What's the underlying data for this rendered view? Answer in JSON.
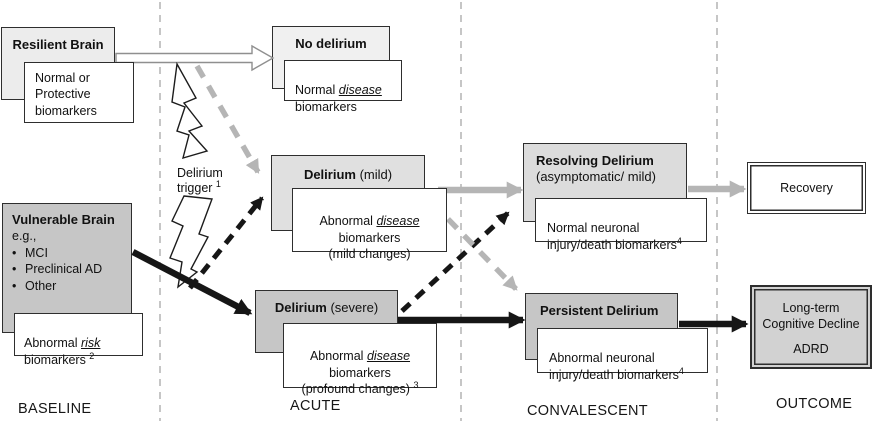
{
  "colors": {
    "background": "#ffffff",
    "box_border": "#2e2e2e",
    "fill_no_delirium": "#f0f0f0",
    "fill_resilient": "#ececec",
    "fill_mild": "#e0e0e0",
    "fill_resolving": "#dcdcdc",
    "fill_dark_gray": "#c6c6c6",
    "fill_long_term": "#d2d2d2",
    "black_arrow": "#161616",
    "gray_arrow": "#b5b5b5",
    "divider": "#c6c6c6"
  },
  "phases": {
    "baseline": "BASELINE",
    "acute": "ACUTE",
    "convalescent": "CONVALESCENT",
    "outcome": "OUTCOME"
  },
  "trigger": {
    "text": "Delirium\ntrigger ",
    "sup": "1"
  },
  "boxes": {
    "resilient": {
      "title": "Resilient Brain",
      "sub": "Normal or\nProtective\nbiomarkers"
    },
    "no_delirium": {
      "title": "No delirium",
      "sub_pre": "Normal ",
      "sub_em": "disease",
      "sub_post": "\nbiomarkers"
    },
    "mild": {
      "title_bold": "Delirium",
      "title_rest": " (mild)",
      "sub_pre": "Abnormal ",
      "sub_em": "disease",
      "sub_post": "\nbiomarkers\n(mild changes)"
    },
    "severe": {
      "title_bold": "Delirium",
      "title_rest": " (severe)",
      "sub_pre": "Abnormal ",
      "sub_em": "disease",
      "sub_post": "\nbiomarkers\n(profound changes) ",
      "sub_sup": "3"
    },
    "vulnerable": {
      "title": "Vulnerable Brain",
      "eg": "e.g.,",
      "bullet_glyph": "•",
      "bullets": [
        "MCI",
        "Preclinical AD",
        "Other"
      ],
      "sub_pre": "Abnormal ",
      "sub_em": "risk",
      "sub_post": "\nbiomarkers ",
      "sub_sup": "2"
    },
    "resolving": {
      "title": "Resolving Delirium",
      "subtitle": "(asymptomatic/ mild)",
      "sub": "Normal neuronal\ninjury/death biomarkers",
      "sub_sup": "4"
    },
    "persistent": {
      "title": "Persistent Delirium",
      "sub": "Abnormal neuronal\ninjury/death biomarkers",
      "sub_sup": "4"
    },
    "recovery": {
      "label": "Recovery"
    },
    "long_term": {
      "line1": "Long-term",
      "line2": "Cognitive Decline",
      "line3": "ADRD"
    }
  },
  "arrows": {
    "resilient_to_no_delirium": "white-outlined-solid",
    "trigger_to_mild": "gray-dashed",
    "vulnerable_to_mild": "black-dashed",
    "vulnerable_to_severe": "black-solid",
    "mild_to_resolving": "gray-solid",
    "severe_to_persistent": "black-solid",
    "severe_to_resolving": "black-dashed",
    "mild_to_persistent": "gray-dashed",
    "resolving_to_recovery": "gray-solid",
    "persistent_to_long_term": "black-solid"
  }
}
